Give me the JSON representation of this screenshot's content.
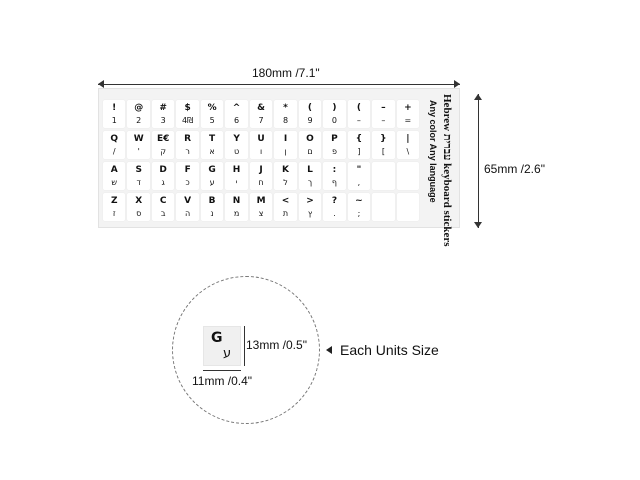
{
  "dimensions": {
    "width_label": "180mm /7.1\"",
    "height_label": "65mm /2.6\"",
    "unit_height_label": "13mm /0.5\"",
    "unit_width_label": "11mm /0.4\""
  },
  "sheet": {
    "title": "Hebrew עברית keyboard stickers",
    "subtitle": "Any color Any language"
  },
  "rows": [
    [
      {
        "top": "!",
        "bot": "1"
      },
      {
        "top": "@",
        "bot": "2"
      },
      {
        "top": "#",
        "bot": "3"
      },
      {
        "top": "$",
        "bot": "4₪"
      },
      {
        "top": "%",
        "bot": "5"
      },
      {
        "top": "^",
        "bot": "6"
      },
      {
        "top": "&",
        "bot": "7"
      },
      {
        "top": "*",
        "bot": "8"
      },
      {
        "top": "(",
        "bot": "9"
      },
      {
        "top": ")",
        "bot": "0"
      },
      {
        "top": "(",
        "bot": "–"
      },
      {
        "top": "–",
        "bot": "–"
      },
      {
        "top": "+",
        "bot": "="
      }
    ],
    [
      {
        "top": "Q",
        "bot": "/"
      },
      {
        "top": "W",
        "bot": "'"
      },
      {
        "top": "E€",
        "bot": "ק"
      },
      {
        "top": "R",
        "bot": "ר"
      },
      {
        "top": "T",
        "bot": "א"
      },
      {
        "top": "Y",
        "bot": "ט"
      },
      {
        "top": "U",
        "bot": "ו"
      },
      {
        "top": "I",
        "bot": "ן"
      },
      {
        "top": "O",
        "bot": "ם"
      },
      {
        "top": "P",
        "bot": "פ"
      },
      {
        "top": "{",
        "bot": "]"
      },
      {
        "top": "}",
        "bot": "["
      },
      {
        "top": "|",
        "bot": "\\"
      }
    ],
    [
      {
        "top": "A",
        "bot": "ש"
      },
      {
        "top": "S",
        "bot": "ד"
      },
      {
        "top": "D",
        "bot": "ג"
      },
      {
        "top": "F",
        "bot": "כ"
      },
      {
        "top": "G",
        "bot": "ע"
      },
      {
        "top": "H",
        "bot": "י"
      },
      {
        "top": "J",
        "bot": "ח"
      },
      {
        "top": "K",
        "bot": "ל"
      },
      {
        "top": "L",
        "bot": "ך"
      },
      {
        "top": ":",
        "bot": "ף"
      },
      {
        "top": "\"",
        "bot": ","
      },
      {
        "top": "",
        "bot": ""
      },
      {
        "top": "",
        "bot": ""
      }
    ],
    [
      {
        "top": "Z",
        "bot": "ז"
      },
      {
        "top": "X",
        "bot": "ס"
      },
      {
        "top": "C",
        "bot": "ב"
      },
      {
        "top": "V",
        "bot": "ה"
      },
      {
        "top": "B",
        "bot": "נ"
      },
      {
        "top": "N",
        "bot": "מ"
      },
      {
        "top": "M",
        "bot": "צ"
      },
      {
        "top": "<",
        "bot": "ת"
      },
      {
        "top": ">",
        "bot": "ץ"
      },
      {
        "top": "?",
        "bot": "."
      },
      {
        "top": "~",
        "bot": ";"
      },
      {
        "top": "",
        "bot": ""
      },
      {
        "top": "",
        "bot": ""
      }
    ]
  ],
  "unit_key": {
    "top": "G",
    "bot": "ע"
  },
  "unit_caption": "Each Units Size"
}
